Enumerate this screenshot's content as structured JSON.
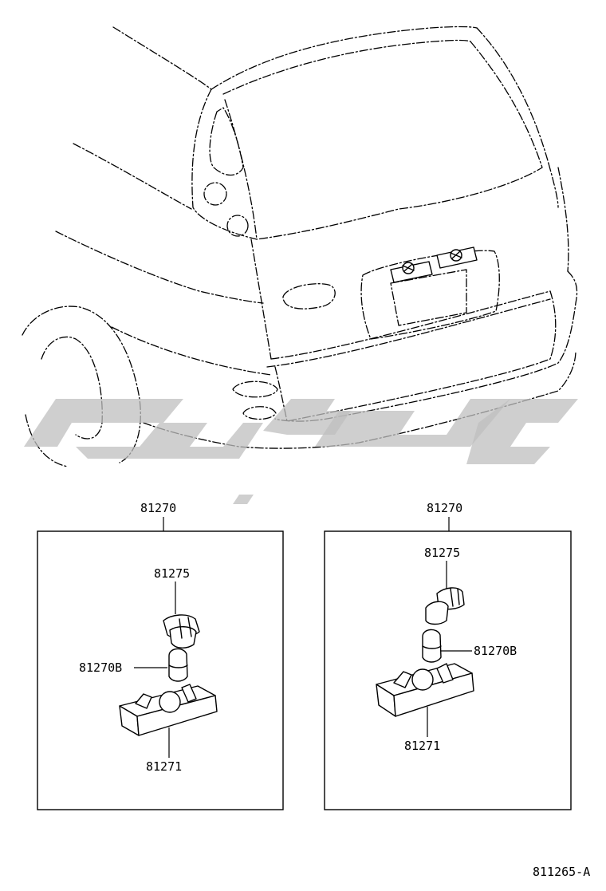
{
  "diagram_id": "811265-A",
  "assemblies": [
    {
      "assembly_label": "81270",
      "parts": [
        {
          "label": "81275"
        },
        {
          "label": "81270B"
        },
        {
          "label": "81271"
        }
      ]
    },
    {
      "assembly_label": "81270",
      "parts": [
        {
          "label": "81275"
        },
        {
          "label": "81270B"
        },
        {
          "label": "81271"
        }
      ]
    }
  ],
  "colors": {
    "line": "#000000",
    "background": "#ffffff",
    "watermark": "#bfbfbf"
  }
}
